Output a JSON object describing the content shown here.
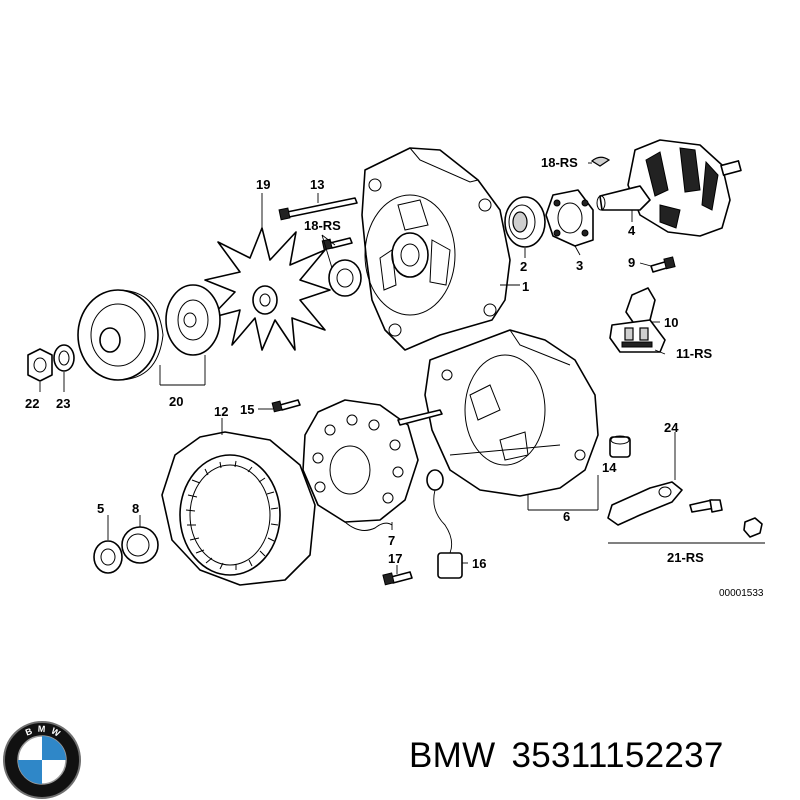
{
  "diagram": {
    "callouts": {
      "c1": "1",
      "c2": "2",
      "c3": "3",
      "c4": "4",
      "c5": "5",
      "c6": "6",
      "c7": "7",
      "c8": "8",
      "c9": "9",
      "c10": "10",
      "c11": "11-RS",
      "c12": "12",
      "c13": "13",
      "c14": "14",
      "c15": "15",
      "c16": "16",
      "c17": "17",
      "c18a": "18-RS",
      "c18b": "18-RS",
      "c19": "19",
      "c20": "20",
      "c21": "21-RS",
      "c22": "22",
      "c23": "23",
      "c24": "24"
    },
    "drawing_number": "00001533"
  },
  "footer": {
    "brand": "BMW",
    "part_number": "35311152237",
    "logo_text": "BMW",
    "logo_colors": {
      "blue": "#2f87c8",
      "white": "#ffffff",
      "ring": "#111111"
    }
  }
}
